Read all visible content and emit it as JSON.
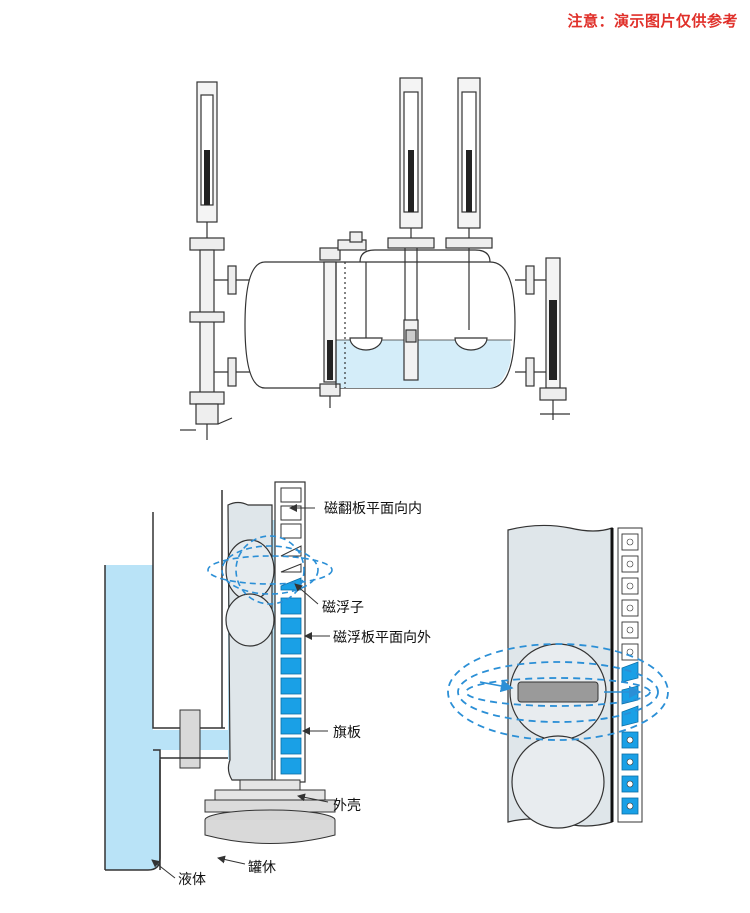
{
  "notice": "注意：演示图片仅供参考",
  "labels": {
    "flip_inward": "磁翻板平面向内",
    "float": "磁浮子",
    "flip_outward": "磁浮板平面向外",
    "flag": "旗板",
    "shell": "外壳",
    "tank": "罐休",
    "liquid": "液体"
  },
  "colors": {
    "liquid": "#b9e3f7",
    "flag_blue": "#1aa0e6",
    "field_dashed": "#2b8fd6",
    "line": "#333333",
    "notice": "#e0302a"
  }
}
